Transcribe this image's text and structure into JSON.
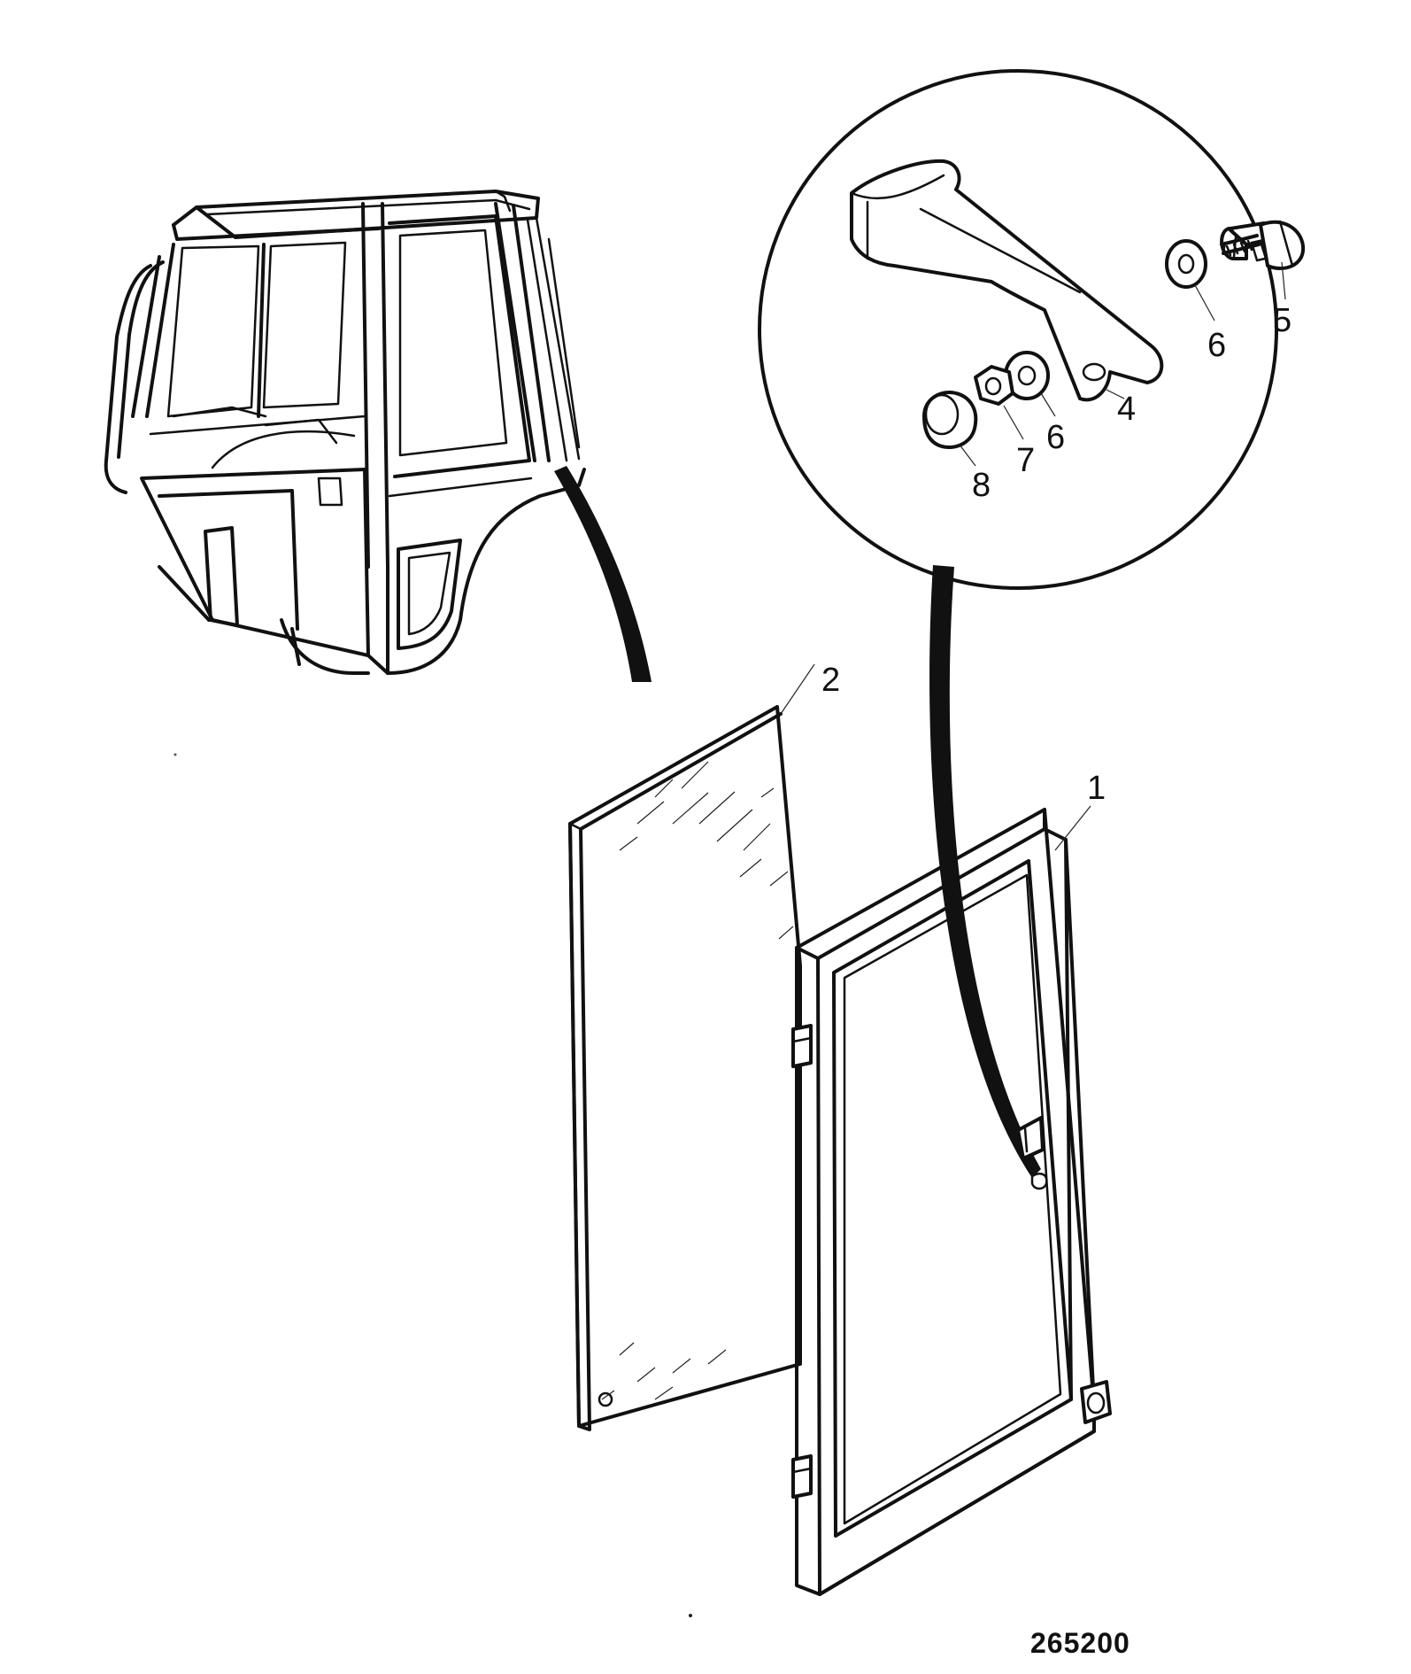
{
  "callouts": {
    "frame": "1",
    "glass": "2",
    "bracket": "4",
    "bolt": "5",
    "washer_upper": "6",
    "washer_lower": "6",
    "nut": "7",
    "cap": "8"
  },
  "drawing_number": "265200"
}
